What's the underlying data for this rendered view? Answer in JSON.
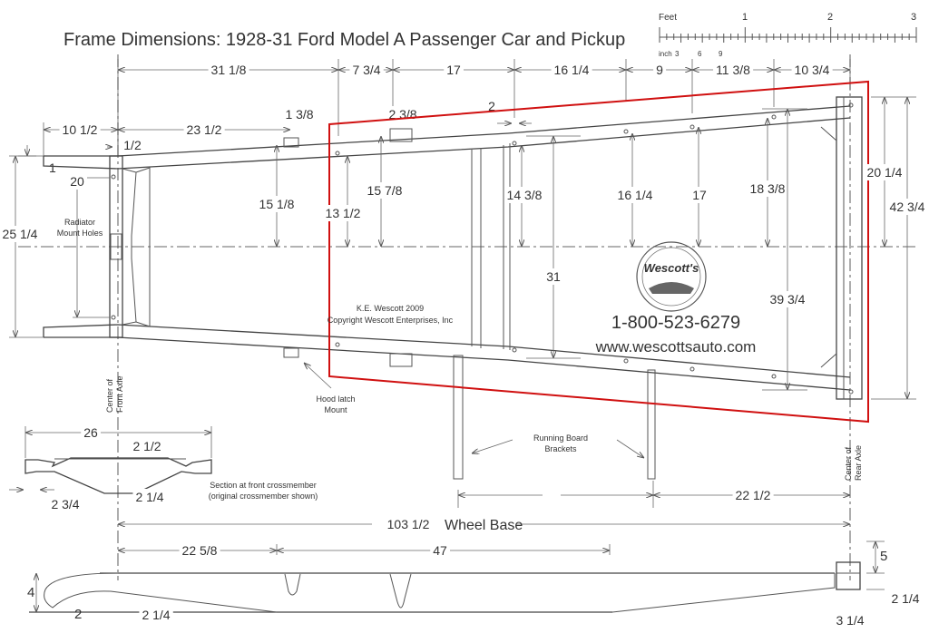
{
  "title": "Frame Dimensions: 1928-31 Ford Model A Passenger Car and Pickup",
  "scale": {
    "unit_feet": "Feet",
    "feet_ticks": [
      "1",
      "2",
      "3"
    ],
    "unit_inch": "inch",
    "inch_ticks": [
      "3",
      "6",
      "9"
    ]
  },
  "dims": {
    "top": [
      "31 1/8",
      "7 3/4",
      "17",
      "16 1/4",
      "9",
      "11 3/8",
      "10 3/4"
    ],
    "front_ext": "10 1/2",
    "front_to_bracket": "23 1/2",
    "half": "1/2",
    "bracket_width": "1 3/8",
    "bracket2_width": "2 3/8",
    "offset_2": "2",
    "one": "1",
    "radiator_holes": "20",
    "front_width": "25 1/4",
    "v1": "15 1/8",
    "v2": "13 1/2",
    "v3": "15 7/8",
    "v4": "14 3/8",
    "v5": "16 1/4",
    "v6": "17",
    "v7": "18 3/8",
    "v8": "20 1/4",
    "rear_width": "42 3/4",
    "rear_inner": "39 3/4",
    "mid_width": "31",
    "section_width": "26",
    "section_depth": "2 1/2",
    "section_low": "2 1/4",
    "section_flange": "2 3/4",
    "bracket_spacing": "22 1/2",
    "wheel_base": "103 1/2",
    "wheel_base_label": "Wheel Base",
    "side_1": "22 5/8",
    "side_2": "47",
    "side_front_h": "4",
    "side_front_r": "2",
    "side_front_low": "2 1/4",
    "side_rear_h": "5",
    "side_rear_low": "2 1/4",
    "side_rear_w": "3 1/4"
  },
  "labels": {
    "radiator": [
      "Radiator",
      "Mount Holes"
    ],
    "front_axle": [
      "Center of",
      "Front Axle"
    ],
    "rear_axle": [
      "Center of",
      "Rear Axle"
    ],
    "hood_latch": [
      "Hood latch",
      "Mount"
    ],
    "running_board": [
      "Running Board",
      "Brackets"
    ],
    "section": [
      "Section at front crossmember",
      "(original crossmember shown)"
    ],
    "author": "K.E. Wescott 2009",
    "copyright": "Copyright Wescott Enterprises, Inc",
    "phone": "1-800-523-6279",
    "website": "www.wescottsauto.com",
    "logo_text": "Wescott's"
  },
  "colors": {
    "highlight": "#d01010",
    "line": "#555555"
  }
}
